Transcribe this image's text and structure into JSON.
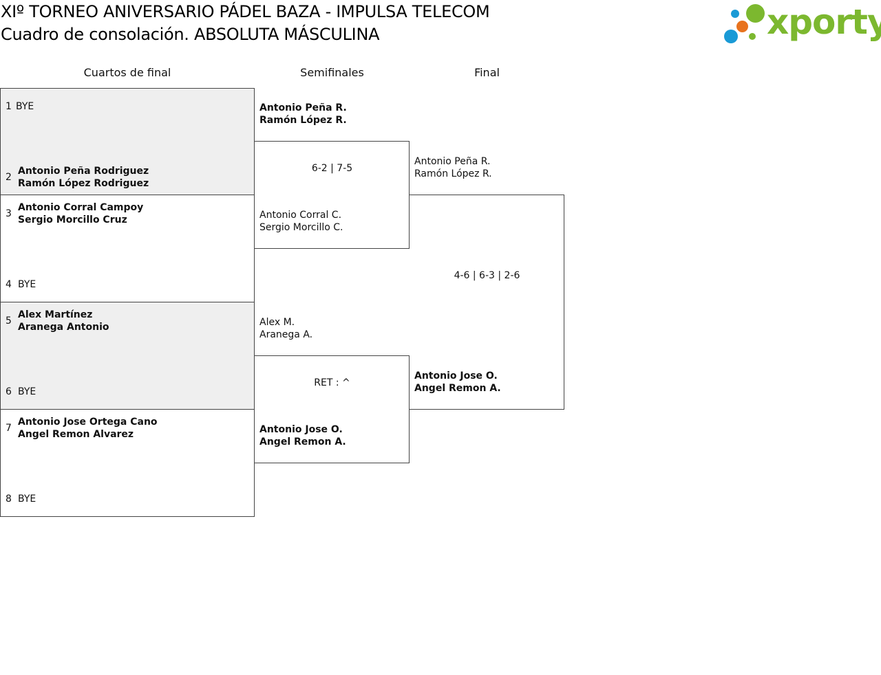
{
  "header": {
    "title_line1": "XIº TORNEO ANIVERSARIO PÁDEL BAZA - IMPULSA TELECOM",
    "title_line2": "Cuadro de consolación. ABSOLUTA MÁSCULINA"
  },
  "logo": {
    "text": "xporty",
    "colors": {
      "green": "#7cb82f",
      "blue": "#1a9ad6",
      "orange": "#e8731e"
    }
  },
  "rounds": {
    "quarters": "Cuartos de final",
    "semis": "Semifinales",
    "final": "Final"
  },
  "quarterfinals": [
    {
      "seed": "1",
      "line1": "BYE",
      "line2": ""
    },
    {
      "seed": "2",
      "line1": "Antonio Peña Rodriguez",
      "line2": "Ramón López Rodriguez"
    },
    {
      "seed": "3",
      "line1": "Antonio Corral Campoy",
      "line2": "Sergio Morcillo Cruz"
    },
    {
      "seed": "4",
      "line1": "BYE",
      "line2": ""
    },
    {
      "seed": "5",
      "line1": "Alex Martínez",
      "line2": "Aranega Antonio"
    },
    {
      "seed": "6",
      "line1": "BYE",
      "line2": ""
    },
    {
      "seed": "7",
      "line1": "Antonio Jose Ortega Cano",
      "line2": "Angel Remon Alvarez"
    },
    {
      "seed": "8",
      "line1": "BYE",
      "line2": ""
    }
  ],
  "semifinals": [
    {
      "line1": "Antonio Peña R.",
      "line2": "Ramón López R."
    },
    {
      "line1": "Antonio Corral C.",
      "line2": "Sergio Morcillo C."
    },
    {
      "line1": "Alex M.",
      "line2": "Aranega A."
    },
    {
      "line1": "Antonio Jose O.",
      "line2": "Angel Remon A."
    }
  ],
  "semifinal_scores": [
    "6-2 | 7-5",
    "RET : ^"
  ],
  "final": [
    {
      "line1": "Antonio Peña R.",
      "line2": "Ramón López R."
    },
    {
      "line1": "Antonio Jose O.",
      "line2": "Angel Remon A."
    }
  ],
  "final_score": "4-6 | 6-3 | 2-6"
}
